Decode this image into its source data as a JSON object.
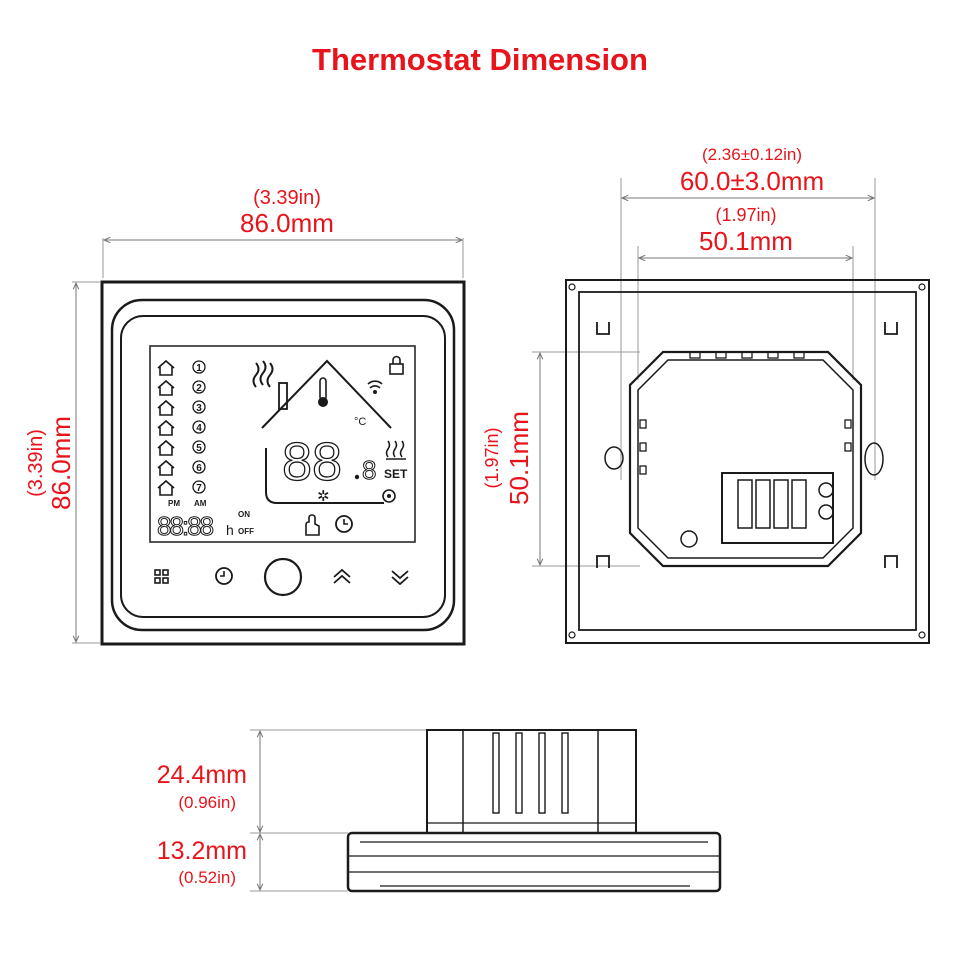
{
  "title": "Thermostat Dimension",
  "colors": {
    "accent": "#e8141b",
    "line": "#1a1a1a",
    "dim": "#777777"
  },
  "front": {
    "width_in": "(3.39in)",
    "width_mm": "86.0mm",
    "height_in": "(3.39in)",
    "height_mm": "86.0mm",
    "lcd": {
      "digits_main": "88",
      "digit_small": "8",
      "set_label": "SET",
      "clock_digits": "88:88",
      "hour_suffix": "h",
      "pm_label": "PM",
      "am_label": "AM",
      "on_label": "ON",
      "off_label": "OFF",
      "unit_label": "°C",
      "program_numbers": [
        "1",
        "2",
        "3",
        "4",
        "5",
        "6",
        "7"
      ]
    },
    "buttons": [
      "menu-icon",
      "clock-icon",
      "power-icon",
      "up-chevron-icon",
      "down-chevron-icon"
    ]
  },
  "back": {
    "outer_in": "(2.36±0.12in)",
    "outer_mm": "60.0±3.0mm",
    "inner_in": "(1.97in)",
    "inner_mm": "50.1mm",
    "height_in": "(1.97in)",
    "height_mm": "50.1mm"
  },
  "side": {
    "depth_mm": "24.4mm",
    "depth_in": "(0.96in)",
    "thick_mm": "13.2mm",
    "thick_in": "(0.52in)"
  }
}
